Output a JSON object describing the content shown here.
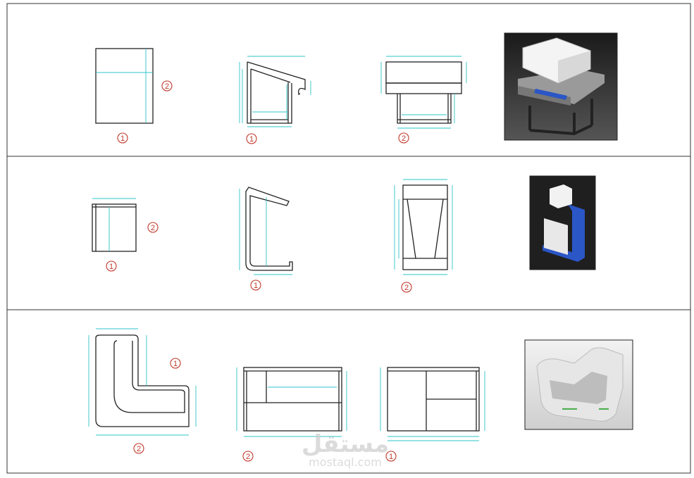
{
  "sheet": {
    "rows": [
      {
        "labels": [
          "1",
          "1",
          "2"
        ],
        "side_label": "2"
      },
      {
        "labels": [
          "1",
          "1",
          "2"
        ],
        "side_label": "2"
      },
      {
        "labels": [
          "1",
          "2",
          "2",
          "1"
        ]
      }
    ]
  },
  "watermark": {
    "logo_text": "مستقل",
    "site": "mostaql.com"
  },
  "colors": {
    "dimension": "#2ec4c9",
    "marker": "#c0392b",
    "line": "#222222"
  }
}
